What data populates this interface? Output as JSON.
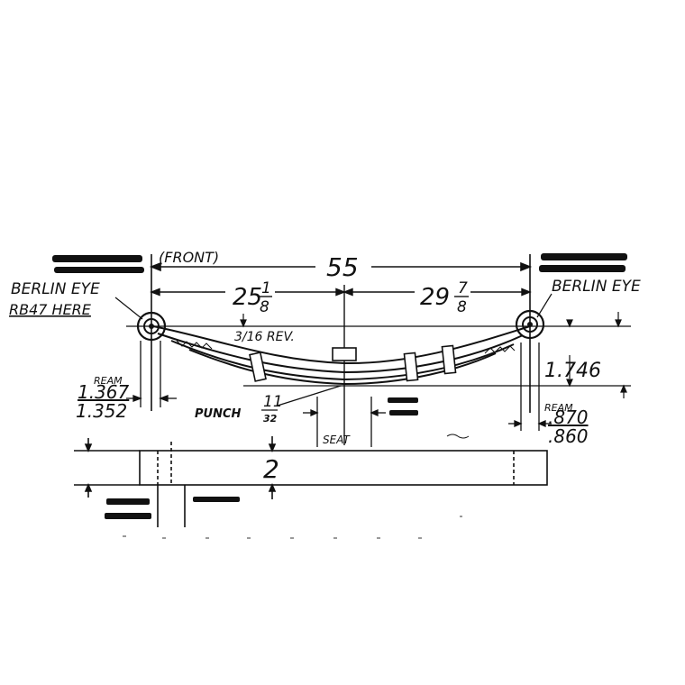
{
  "labels": {
    "front": "(FRONT)",
    "overall_length": "55",
    "left_length_whole": "25",
    "left_length_num": "1",
    "left_length_den": "8",
    "right_length_whole": "29",
    "right_length_num": "7",
    "right_length_den": "8",
    "left_eye": "BERLIN EYE",
    "part_here": "RB47 HERE",
    "right_eye": "BERLIN EYE",
    "rev": "3/16 REV.",
    "arch_height": "1.746",
    "left_ream": "REAM",
    "left_bore_max": "1.367",
    "left_bore_min": "1.352",
    "punch": "PUNCH",
    "punch_num": "11",
    "punch_den": "32",
    "seat": "SEAT",
    "right_ream": "REAM",
    "right_bore_max": ".870",
    "right_bore_min": ".860",
    "width": "2"
  }
}
